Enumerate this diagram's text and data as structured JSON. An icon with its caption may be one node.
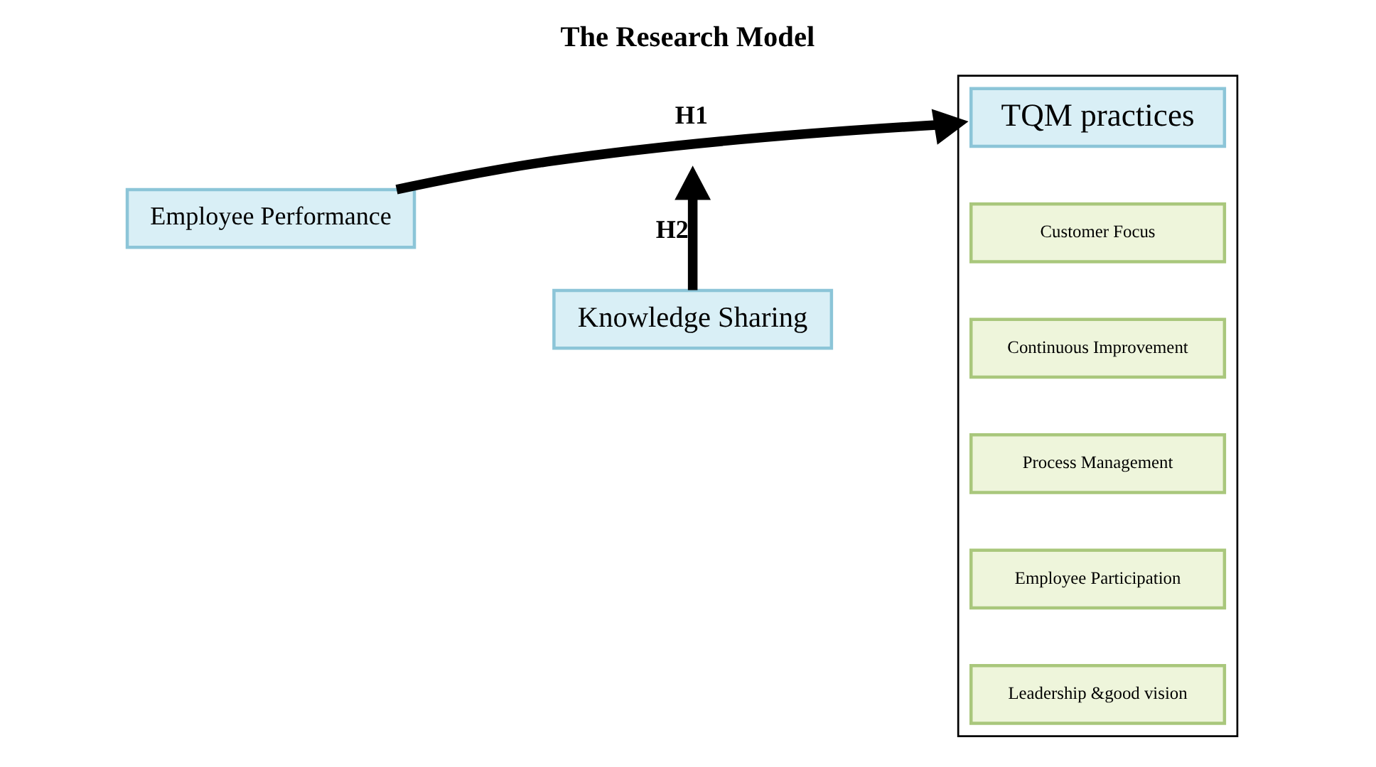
{
  "diagram": {
    "title": "The Research Model",
    "nodes": [
      {
        "text": [
          "Employee Performance"
        ]
      },
      {
        "text": [],
        "shape": "box"
      },
      {
        "text": [
          "TQM practices"
        ],
        "in": 1
      },
      {
        "text": [
          "Customer Focus"
        ],
        "in": 1
      },
      {
        "text": [
          "Continuous Improvement"
        ],
        "in": 1
      },
      {
        "text": [
          "Process Management"
        ],
        "in": 1
      },
      {
        "text": [
          "Employee Participation"
        ],
        "in": 1
      },
      {
        "text": [
          "Leadership &good vision"
        ],
        "in": 1
      },
      {
        "text": [
          "Knowledge Sharing"
        ]
      }
    ],
    "edges": [
      {
        "from": 0,
        "to": 1,
        "arrow": "to",
        "label": "H1"
      },
      {
        "from": 8,
        "to": null,
        "arrow": "to",
        "label": "H2"
      }
    ]
  }
}
